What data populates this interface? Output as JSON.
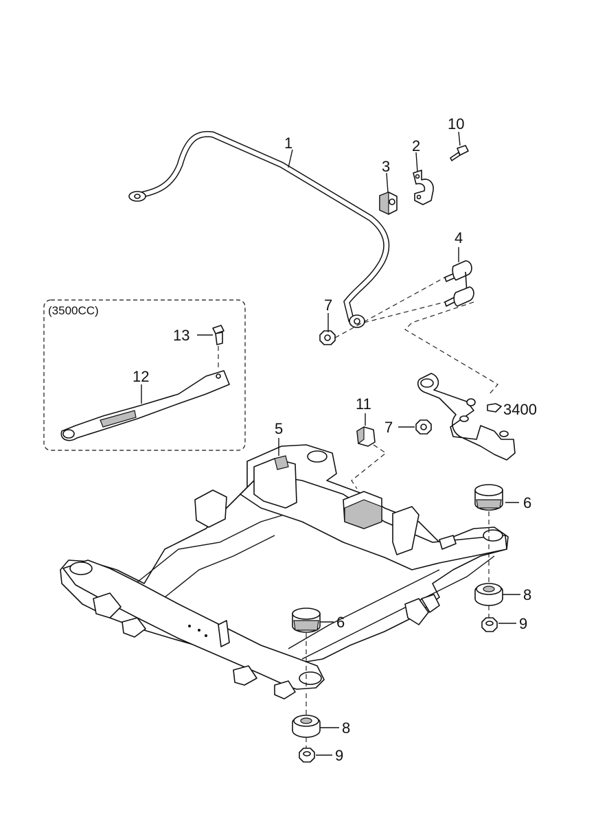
{
  "variant_box": {
    "label": "(3500CC)"
  },
  "callouts": {
    "sway_bar": "1",
    "bracket": "2",
    "bushing": "3",
    "link": "4",
    "crossmember_bracket": "5",
    "mount_upper_right": "6",
    "mount_upper_center": "6",
    "nut_link": "7",
    "nut_arm": "7",
    "insulator_right": "8",
    "insulator_bottom": "8",
    "nut_right": "9",
    "nut_bottom": "9",
    "bolt_bracket": "10",
    "stopper": "11",
    "brace": "12",
    "bolt_brace": "13",
    "ref_group": "3400"
  }
}
